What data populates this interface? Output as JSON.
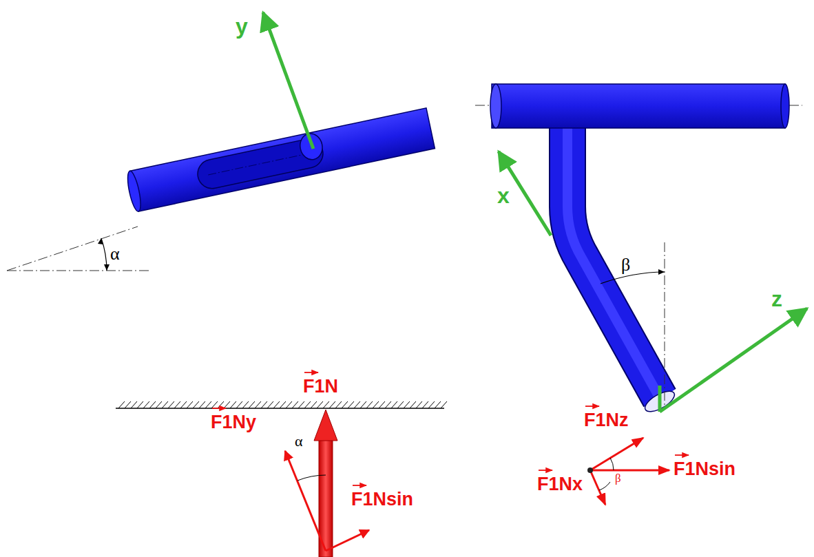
{
  "diagram": {
    "labels": [
      "y",
      "α",
      "x",
      "β",
      "z",
      "F1N",
      "F1Ny",
      "α",
      "F1Nsin",
      "F1Nz",
      "β",
      "F1Nsin",
      "F1Nx"
    ]
  }
}
